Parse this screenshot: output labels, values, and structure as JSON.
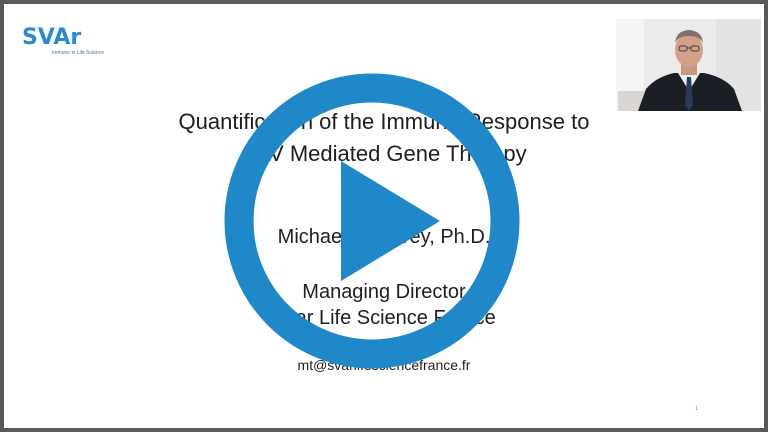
{
  "logo": {
    "word": "SVAr",
    "tagline": "Immune in Life Science"
  },
  "slide": {
    "title_line1": "Quantification of the Immune Response to",
    "title_line2": "AAV Mediated Gene Therapy",
    "presenter": "Michael G. Tovey, Ph.D.",
    "role_line1": "Managing Director",
    "role_line2": "Svar Life Science France",
    "email": "mt@svarlifesciencefrance.fr",
    "page_number": "1"
  },
  "webcam": {
    "subject": "presenter-webcam-feed"
  },
  "play_button": {
    "icon": "play-icon",
    "color": "#1e88c9"
  },
  "colors": {
    "brand": "#2a8bd0",
    "overlay": "#1e88c9",
    "frame": "#5a5a5a"
  }
}
